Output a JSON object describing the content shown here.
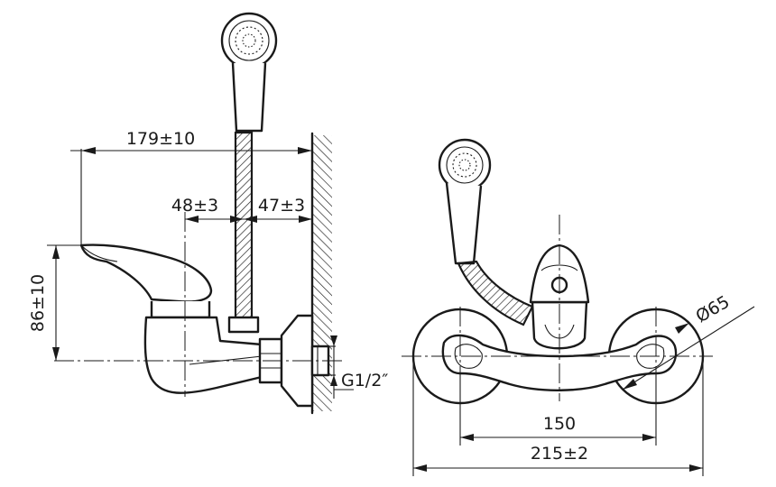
{
  "dimensions": {
    "width_total": "179±10",
    "offset_left": "48±3",
    "offset_right": "47±3",
    "height": "86±10",
    "thread": "G1/2″",
    "centers": "150",
    "width_front": "215±2",
    "diameter": "Ø65"
  }
}
